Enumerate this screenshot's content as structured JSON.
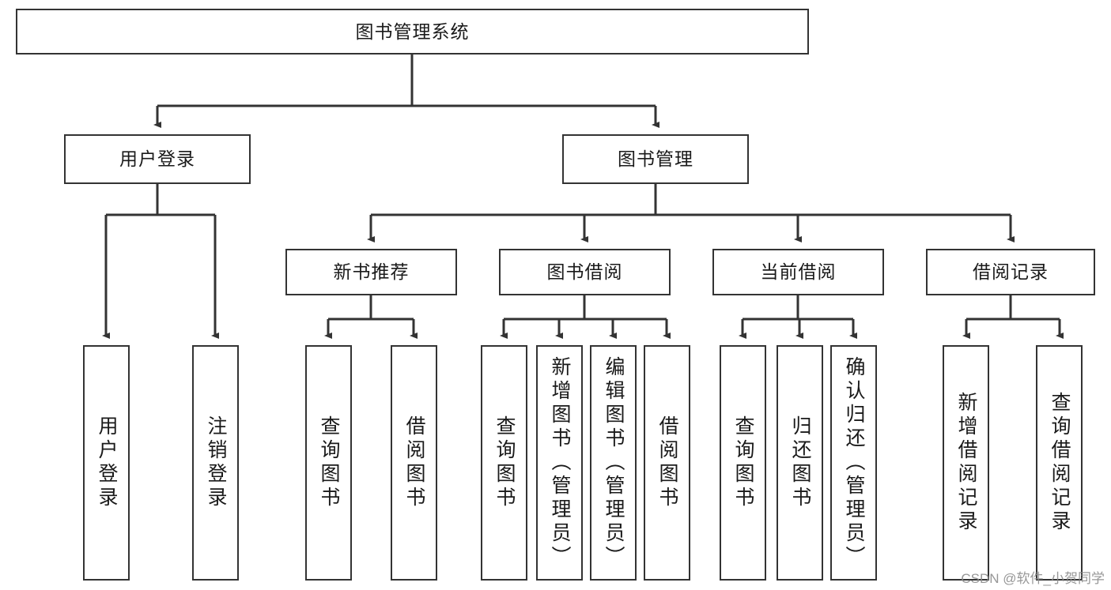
{
  "diagram": {
    "title": "图书管理系统",
    "type": "hierarchy-tree",
    "watermark": "CSDN @软件_小贺同学",
    "colors": {
      "box_border": "#333333",
      "box_fill": "#ffffff",
      "connector": "#333333",
      "text": "#1a1a1a",
      "watermark": "#8c8c8c"
    },
    "nodes": {
      "root": {
        "label": "图书管理系统"
      },
      "level2": [
        {
          "id": "user-login",
          "label": "用户登录"
        },
        {
          "id": "book-manage",
          "label": "图书管理"
        }
      ],
      "level3": [
        {
          "id": "new-book-recommend",
          "label": "新书推荐"
        },
        {
          "id": "book-borrow",
          "label": "图书借阅"
        },
        {
          "id": "current-borrow",
          "label": "当前借阅"
        },
        {
          "id": "borrow-record",
          "label": "借阅记录"
        }
      ],
      "leaves": {
        "user-login": [
          {
            "id": "leaf-user-login",
            "label": "用户登录"
          },
          {
            "id": "leaf-logout",
            "label": "注销登录"
          }
        ],
        "new-book-recommend": [
          {
            "id": "leaf-query-book-1",
            "label": "查询图书"
          },
          {
            "id": "leaf-borrow-book-1",
            "label": "借阅图书"
          }
        ],
        "book-borrow": [
          {
            "id": "leaf-query-book-2",
            "label": "查询图书"
          },
          {
            "id": "leaf-add-book",
            "label": "新增图书（管理员）"
          },
          {
            "id": "leaf-edit-book",
            "label": "编辑图书（管理员）"
          },
          {
            "id": "leaf-borrow-book-2",
            "label": "借阅图书"
          }
        ],
        "current-borrow": [
          {
            "id": "leaf-query-book-3",
            "label": "查询图书"
          },
          {
            "id": "leaf-return-book",
            "label": "归还图书"
          },
          {
            "id": "leaf-confirm-return",
            "label": "确认归还（管理员）"
          }
        ],
        "borrow-record": [
          {
            "id": "leaf-add-record",
            "label": "新增借阅记录"
          },
          {
            "id": "leaf-query-record",
            "label": "查询借阅记录"
          }
        ]
      }
    }
  }
}
